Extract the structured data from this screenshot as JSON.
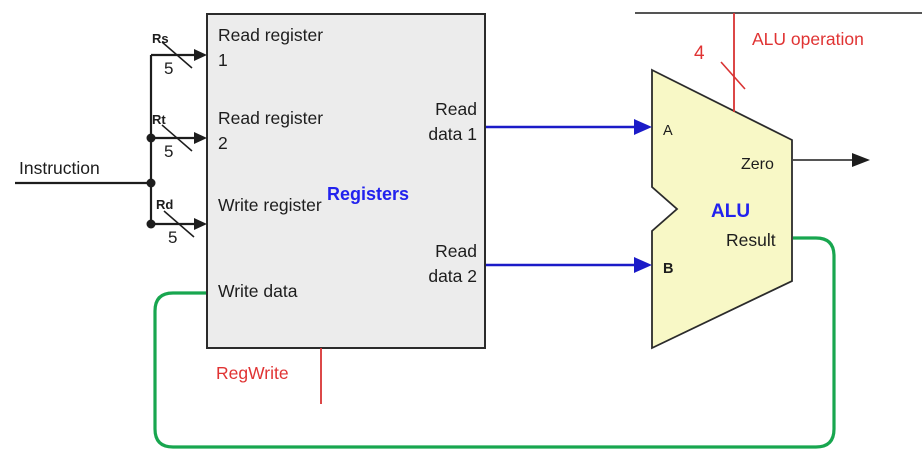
{
  "diagram": {
    "instruction_label": "Instruction",
    "fields": [
      {
        "name": "Rs",
        "width": "5"
      },
      {
        "name": "Rt",
        "width": "5"
      },
      {
        "name": "Rd",
        "width": "5"
      }
    ],
    "registers": {
      "title": "Registers",
      "inputs": [
        "Read register 1",
        "Read register 2",
        "Write register",
        "Write data"
      ],
      "outputs": [
        "Read data 1",
        "Read data 2"
      ],
      "control": "RegWrite"
    },
    "alu": {
      "title": "ALU",
      "port_a": "A",
      "port_b": "B",
      "zero_label": "Zero",
      "result_label": "Result",
      "control": "ALU operation",
      "control_width": "4"
    },
    "colors": {
      "wire_blue": "#1b1bc8",
      "title_blue": "#2222ee",
      "control_red": "#d93333",
      "feedback_green": "#18a64f",
      "registers_fill": "#ececec",
      "alu_fill": "#f8f8c6",
      "line_black": "#1d1d1d"
    }
  }
}
